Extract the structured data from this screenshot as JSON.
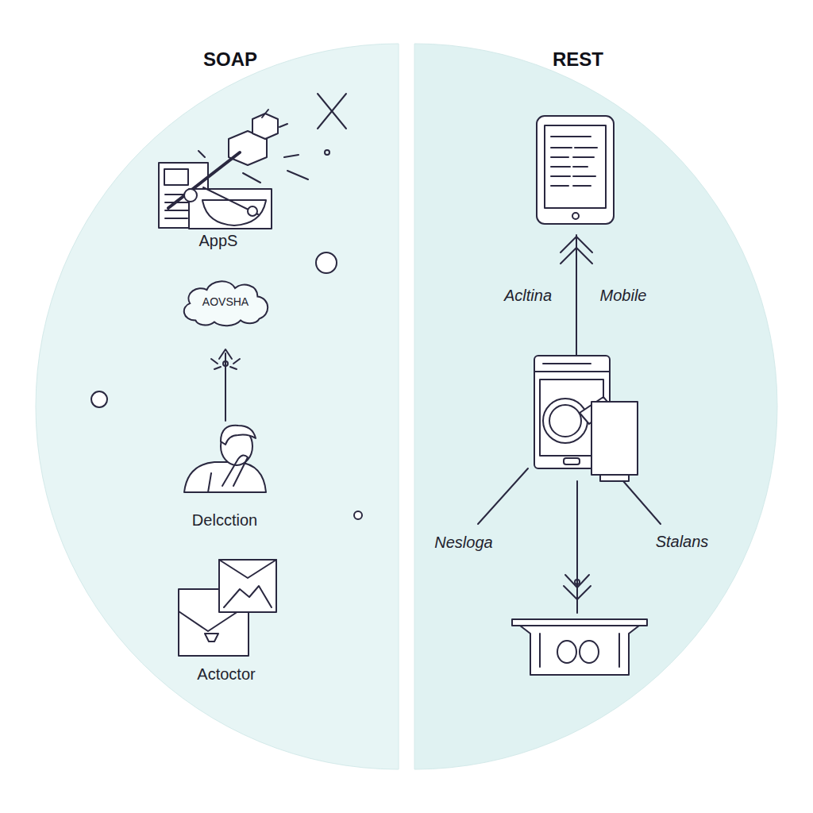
{
  "diagram": {
    "nodes": [
      {
        "text": [
          "SOAP"
        ]
      },
      {
        "text": [
          "REST"
        ]
      },
      {
        "text": [
          "AOVSHA"
        ],
        "in": 0
      }
    ],
    "labels": [
      "AppS",
      "Delcction",
      "Actoctor",
      "Acltina",
      "Mobile",
      "Nesloga",
      "Stalans"
    ]
  }
}
